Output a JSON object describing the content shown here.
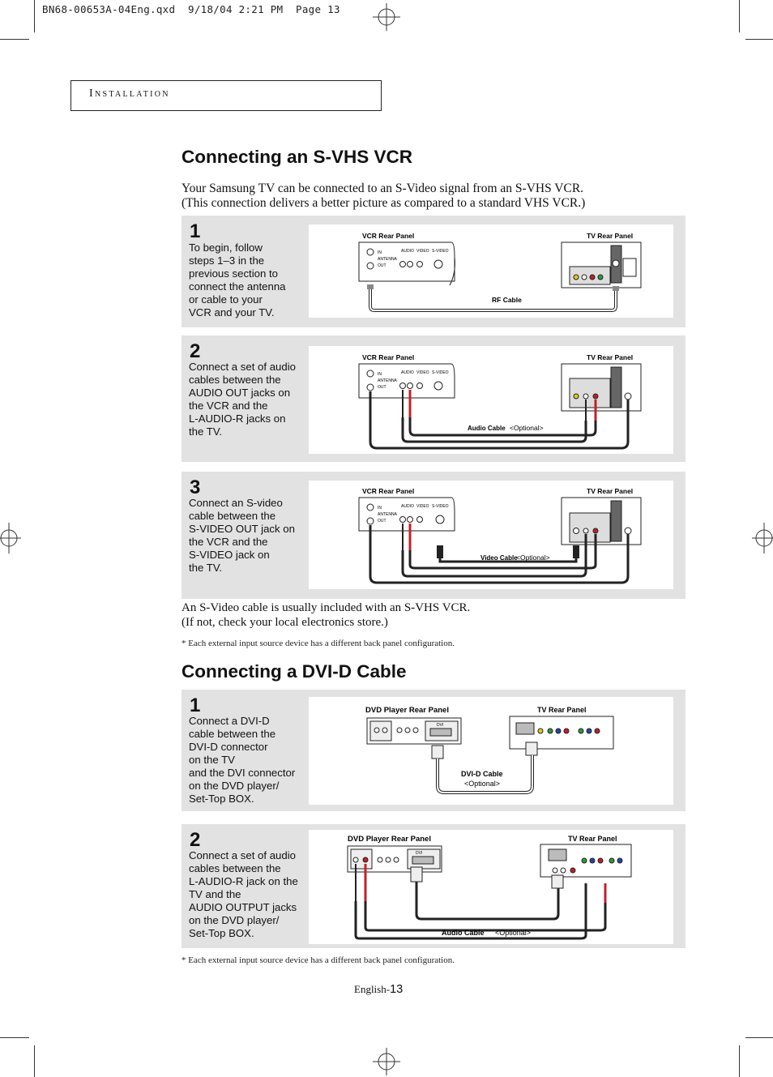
{
  "slug": "BN68-00653A-04Eng.qxd  9/18/04 2:21 PM  Page 13",
  "section": "Installation",
  "svhs": {
    "title": "Connecting an S-VHS VCR",
    "intro_line1": "Your Samsung TV can be connected to an S-Video signal from an S-VHS VCR.",
    "intro_line2": "(This connection delivers a better picture as compared to a standard VHS VCR.)",
    "steps": [
      {
        "number": "1",
        "text": [
          "To begin, follow",
          "steps 1–3 in the",
          "previous section to",
          "connect the antenna",
          "or cable to your",
          "VCR and your TV."
        ],
        "cable": "RF Cable",
        "cable_opt": ""
      },
      {
        "number": "2",
        "text": [
          "Connect a set of audio",
          "cables between the",
          "AUDIO OUT jacks on",
          "the  VCR and the",
          "L-AUDIO-R jacks on",
          "the TV."
        ],
        "cable": "Audio  Cable",
        "cable_opt": "<Optional>"
      },
      {
        "number": "3",
        "text": [
          "Connect an S-video",
          "cable between the",
          "S-VIDEO OUT jack on",
          "the VCR and the",
          "S-VIDEO jack on",
          "the TV."
        ],
        "cable": "Video Cable",
        "cable_opt": "<Optional>"
      }
    ],
    "vcr_label": "VCR  Rear  Panel",
    "tv_label": "TV  Rear  Panel",
    "jack_labels": {
      "in": "IN",
      "antenna": "ANTENNA",
      "out": "OUT",
      "audio": "AUDIO",
      "video": "VIDEO",
      "svideo": "S-VIDEO",
      "out2": "OUT"
    },
    "note_line1": "An S-Video cable is usually included with an S-VHS VCR.",
    "note_line2": "(If not, check your local electronics store.)",
    "footnote": "*  Each external input source device has a different back panel configuration."
  },
  "dvi": {
    "title": "Connecting a DVI-D Cable",
    "dvd_label": "DVD Player Rear Panel",
    "tv_label": "TV  Rear  Panel",
    "steps": [
      {
        "number": "1",
        "text": [
          "Connect a DVI-D",
          "cable between the",
          "DVI-D connector",
          "on the TV",
          "and the DVI connector",
          "on the DVD player/",
          "Set-Top BOX."
        ],
        "cable": "DVI-D Cable",
        "cable_opt": "<Optional>"
      },
      {
        "number": "2",
        "text": [
          "Connect a set of audio",
          "cables between the",
          "L-AUDIO-R jack on the",
          "TV and the",
          "AUDIO OUTPUT jacks",
          "on the DVD player/",
          "Set-Top BOX."
        ],
        "cable": "Audio Cable",
        "cable_opt": "<Optional>"
      }
    ],
    "dvi_port": "DVI",
    "footnote": "*  Each external input source device has a different back panel configuration."
  },
  "footer": {
    "prefix": "English-",
    "page": "13"
  },
  "colors": {
    "panel_gray": "#e2e2e2",
    "jack_red": "#c0202a",
    "jack_yellow": "#e6c81e",
    "jack_green": "#2e9a3a",
    "jack_blue": "#2546a8"
  }
}
